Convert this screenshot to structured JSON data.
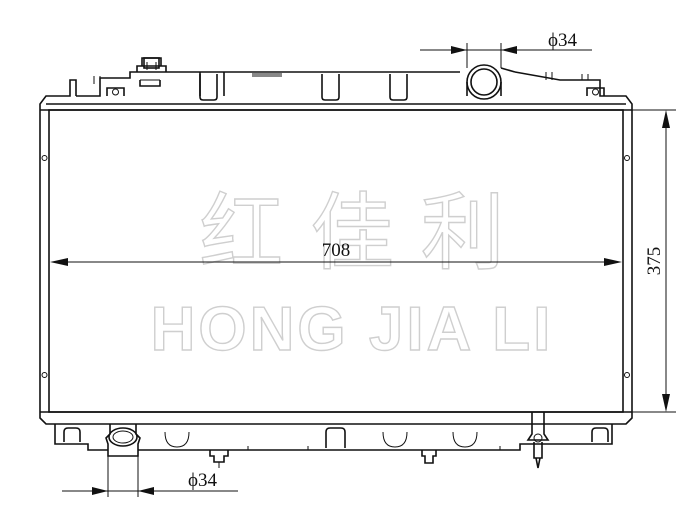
{
  "drawing": {
    "dimensions": {
      "width_label": "708",
      "height_label": "375",
      "top_pipe_label": "ϕ34",
      "bottom_pipe_label": "ϕ34"
    },
    "watermark": {
      "chinese": "红 佳 利",
      "pinyin": "HONG JIA LI"
    },
    "colors": {
      "line": "#111111",
      "watermark_outline": "#cfcfcf",
      "background": "#ffffff"
    }
  }
}
